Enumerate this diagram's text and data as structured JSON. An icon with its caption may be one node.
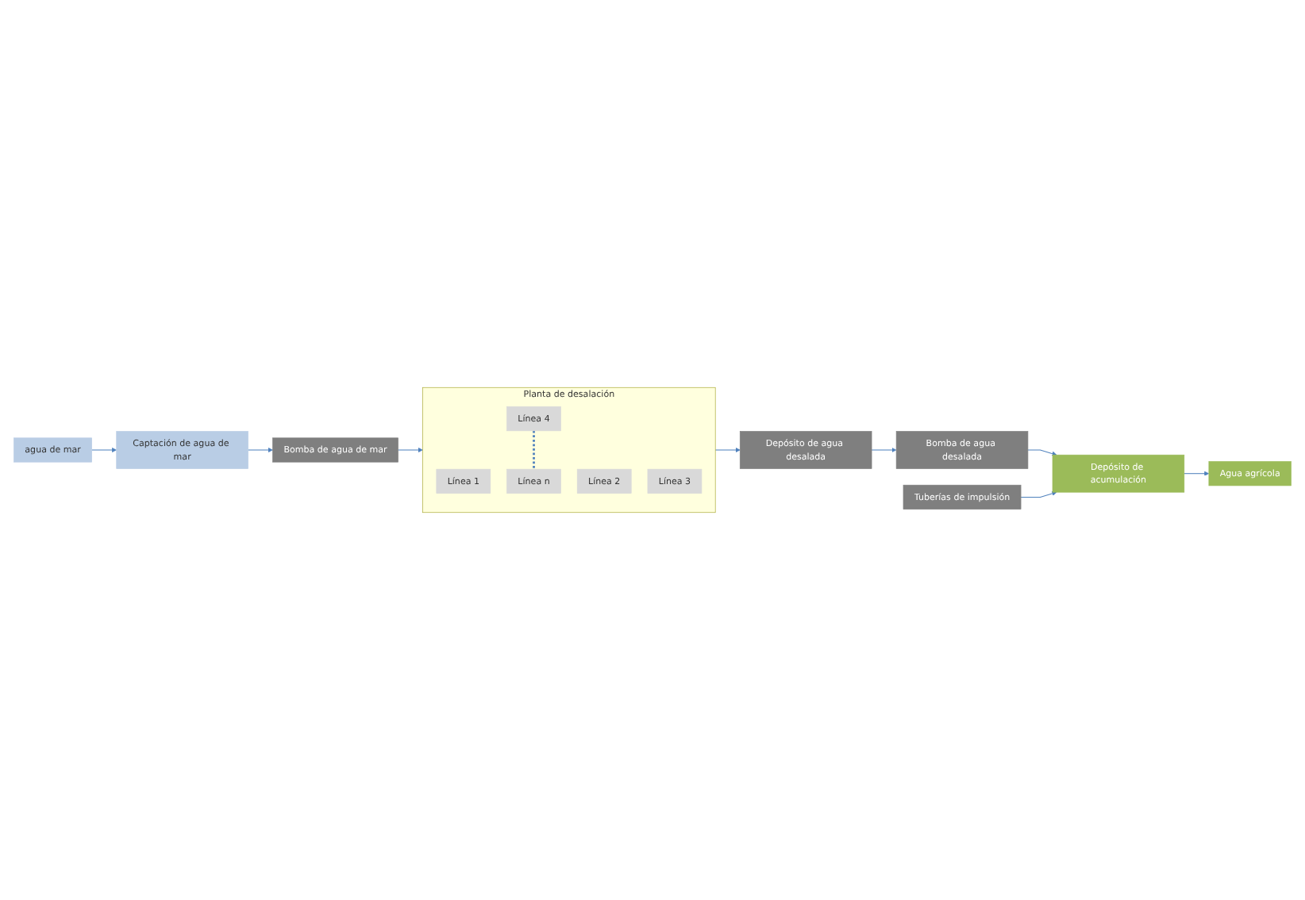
{
  "diagram": {
    "nodes": [
      {
        "text": [
          "agua de mar"
        ]
      },
      {
        "text": [
          "Captación de agua de mar"
        ]
      },
      {
        "text": [
          "Bomba de agua de mar"
        ]
      },
      {
        "text": [
          "Planta de desalación"
        ]
      },
      {
        "text": [
          "Línea 1"
        ],
        "in": 3
      },
      {
        "text": [
          "Línea 2"
        ],
        "in": 3
      },
      {
        "text": [
          "Línea 3"
        ],
        "in": 3
      },
      {
        "text": [
          "Línea 4"
        ],
        "in": 3
      },
      {
        "text": [
          "Línea n"
        ],
        "in": 3
      },
      {
        "text": [
          "Depósito de agua desalada"
        ]
      },
      {
        "text": [
          "Bomba de agua desalada"
        ]
      },
      {
        "text": [
          "Tuberías de impulsión"
        ]
      },
      {
        "text": [
          "Depósito de acumulación"
        ]
      },
      {
        "text": [
          "Agua agrícola"
        ]
      }
    ],
    "edges": [
      {
        "from": 0,
        "to": 1,
        "arrow": "to"
      },
      {
        "from": 1,
        "to": 2,
        "arrow": "to"
      },
      {
        "from": 2,
        "to": 3,
        "arrow": "to"
      },
      {
        "from": 7,
        "to": 8,
        "arrow": "none",
        "style": "dashed"
      },
      {
        "from": 3,
        "to": 9,
        "arrow": "to"
      },
      {
        "from": 9,
        "to": 10,
        "arrow": "to"
      },
      {
        "from": 10,
        "to": 12,
        "arrow": "to"
      },
      {
        "from": 11,
        "to": 12,
        "arrow": "to"
      },
      {
        "from": 12,
        "to": 13,
        "arrow": "to"
      }
    ]
  }
}
